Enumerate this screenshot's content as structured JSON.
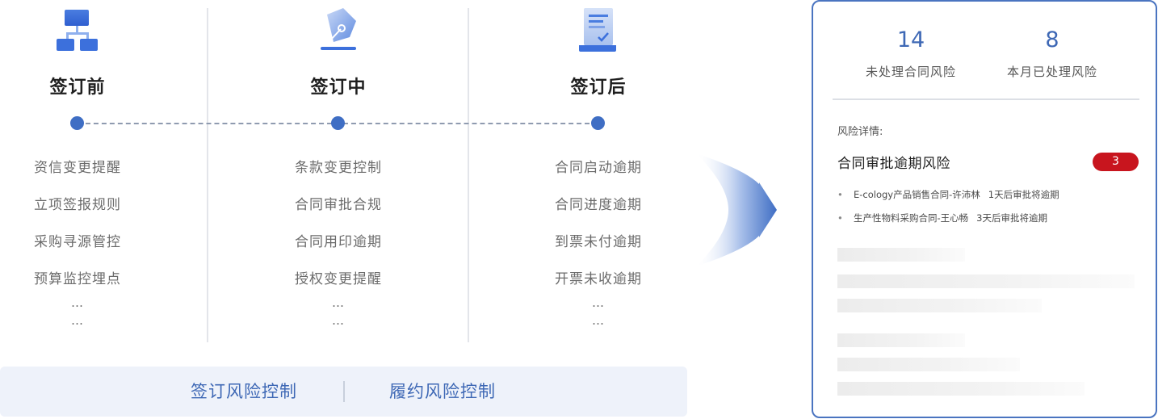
{
  "stages": [
    {
      "title": "签订前",
      "icon": "org-chart-icon",
      "items": [
        "资信变更提醒",
        "立项签报规则",
        "采购寻源管控",
        "预算监控埋点"
      ],
      "more": [
        "…",
        "…"
      ]
    },
    {
      "title": "签订中",
      "icon": "pen-nib-icon",
      "items": [
        "条款变更控制",
        "合同审批合规",
        "合同用印逾期",
        "授权变更提醒"
      ],
      "more": [
        "…",
        "…"
      ]
    },
    {
      "title": "签订后",
      "icon": "document-check-icon",
      "items": [
        "合同启动逾期",
        "合同进度逾期",
        "到票未付逾期",
        "开票未收逾期"
      ],
      "more": [
        "…",
        "…"
      ]
    }
  ],
  "bottom_bar": {
    "left_label": "签订风险控制",
    "right_label": "履约风险控制"
  },
  "panel": {
    "stats": [
      {
        "value": "14",
        "label": "未处理合同风险"
      },
      {
        "value": "8",
        "label": "本月已处理风险"
      }
    ],
    "detail_heading": "风险详情:",
    "risk_title": "合同审批逾期风险",
    "risk_count": "3",
    "risks": [
      {
        "bullet": "•",
        "name": "E-cology产品销售合同-许沛林",
        "due": "1天后审批将逾期"
      },
      {
        "bullet": "•",
        "name": "生产性物料采购合同-王心畅",
        "due": "3天后审批将逾期"
      }
    ]
  },
  "colors": {
    "accent": "#3e68b5",
    "dot": "#3f6ec4",
    "badge": "#c8151e",
    "panel_border": "#4a74c0",
    "bar_bg": "#eef2fa"
  }
}
